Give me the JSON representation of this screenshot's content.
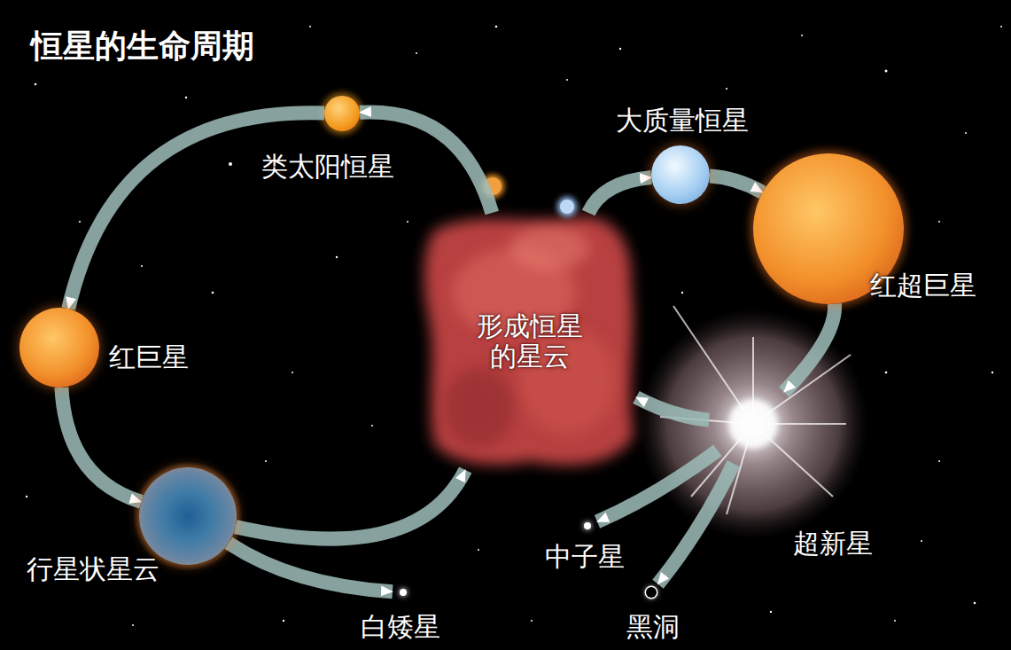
{
  "diagram": {
    "title": "恒星的生命周期",
    "nodes": [
      {
        "text": [
          "类太阳恒星"
        ]
      },
      {
        "text": [
          "大质量恒星"
        ]
      },
      {
        "text": [
          "红超巨星"
        ]
      },
      {
        "text": [
          "形成恒星的星云"
        ]
      },
      {
        "text": [
          "红巨星"
        ]
      },
      {
        "text": [
          "超新星"
        ]
      },
      {
        "text": [
          "行星状星云"
        ]
      },
      {
        "text": [
          "中子星"
        ]
      },
      {
        "text": [
          "白矮星"
        ]
      },
      {
        "text": [
          "黑洞"
        ]
      }
    ],
    "edges": [
      {
        "from": 3,
        "to": 0,
        "arrow": "to"
      },
      {
        "from": 0,
        "to": 4,
        "arrow": "to"
      },
      {
        "from": 4,
        "to": 6,
        "arrow": "to"
      },
      {
        "from": 6,
        "to": 8,
        "arrow": "to"
      },
      {
        "from": 6,
        "to": 3,
        "arrow": "to"
      },
      {
        "from": 3,
        "to": 1,
        "arrow": "to"
      },
      {
        "from": 1,
        "to": 2,
        "arrow": "to"
      },
      {
        "from": 2,
        "to": 5,
        "arrow": "to"
      },
      {
        "from": 5,
        "to": 3,
        "arrow": "to"
      },
      {
        "from": 5,
        "to": 7,
        "arrow": "to"
      },
      {
        "from": 5,
        "to": 9,
        "arrow": "to"
      }
    ]
  }
}
